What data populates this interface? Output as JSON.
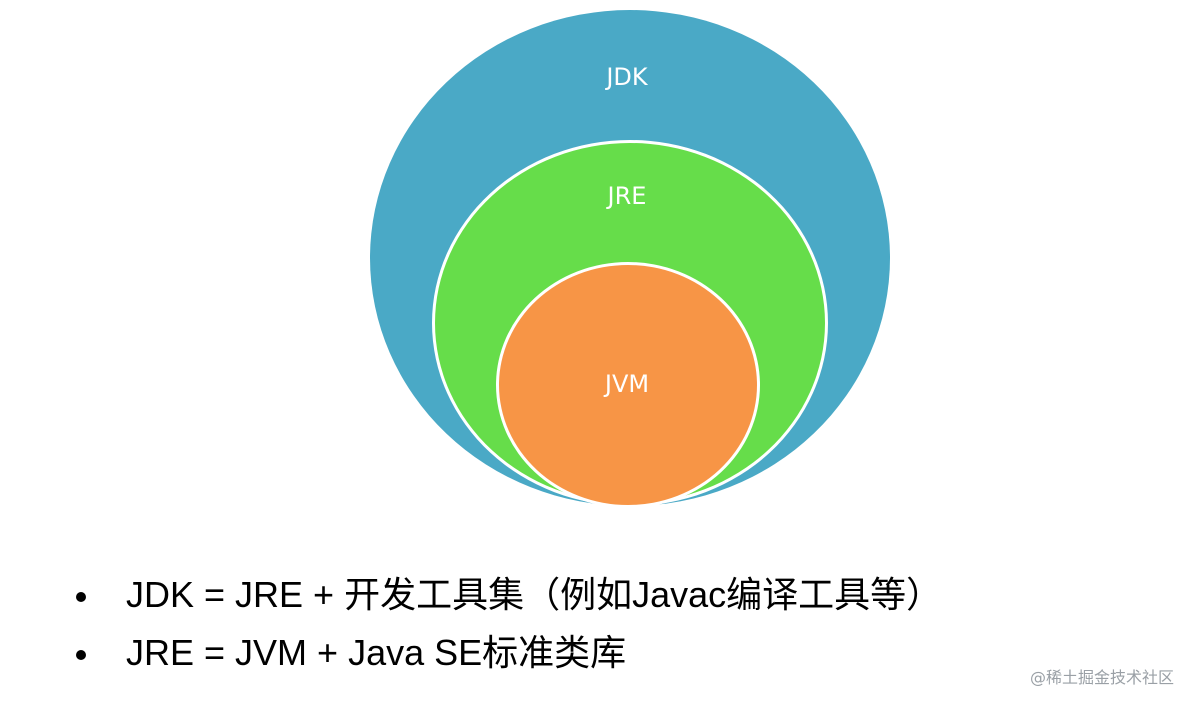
{
  "diagram": {
    "circles": [
      {
        "label": "JDK",
        "color": "#4aa9c6"
      },
      {
        "label": "JRE",
        "color": "#66dd4a"
      },
      {
        "label": "JVM",
        "color": "#f79546"
      }
    ]
  },
  "bullets": [
    {
      "text": "JDK = JRE + 开发工具集（例如Javac编译工具等）"
    },
    {
      "text": "JRE = JVM + Java SE标准类库"
    }
  ],
  "watermark": "@稀土掘金技术社区"
}
